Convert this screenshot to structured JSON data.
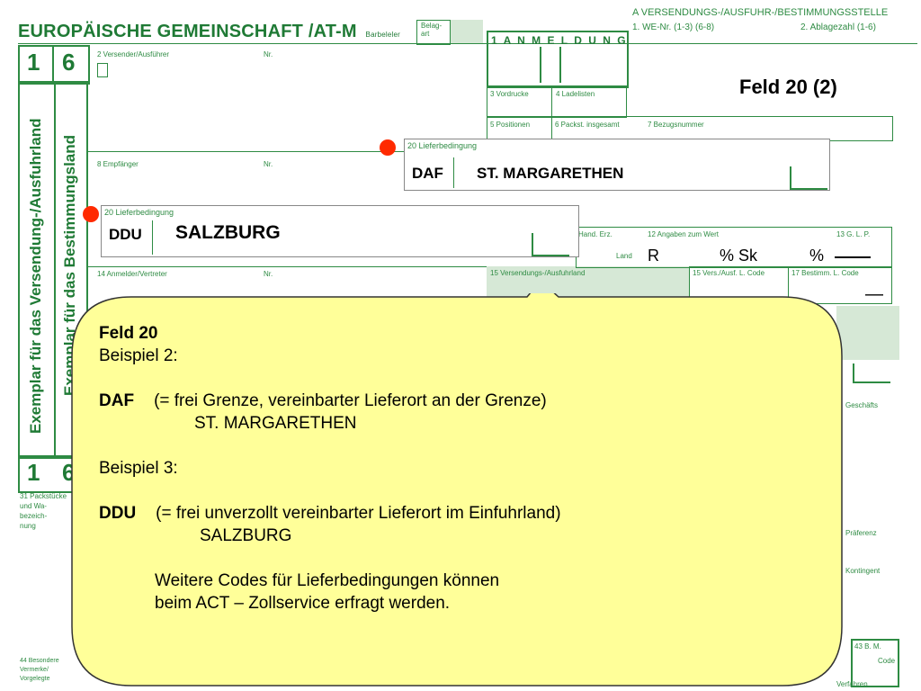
{
  "form": {
    "title": "EUROPÄISCHE GEMEINSCHAFT",
    "title_code": "/AT-M",
    "title_sub": "Barbeleler",
    "bolag_art": "Belag-\nart",
    "anmeldung": "1  A N M E L D U N G",
    "section_a": "A VERSENDUNGS-/AUSFUHR-/BESTIMMUNGSSTELLE",
    "we_nr": "1. WE-Nr. (1-3) (6-8)",
    "ablagezahl": "2. Ablagezahl (1-6)",
    "side_numbers": [
      "1",
      "6",
      "1",
      "6"
    ],
    "vertical_left": "Exemplar für das Versendung-/Ausfuhrland",
    "vertical_right": "Exemplar für das Bestimmungsland",
    "field_2": "2 Versender/Ausführer",
    "field_nr": "Nr.",
    "field_3": "3 Vordrucke",
    "field_4": "4 Ladelisten",
    "field_5": "5 Positionen",
    "field_6": "6 Packst. insgesamt",
    "field_7": "7 Bezugsnummer",
    "field_8": "8 Empfänger",
    "field_14": "14 Anmelder/Vertreter",
    "field_15": "15 Versendungs-/Ausfuhrland",
    "field_15b": "15 Vers./Ausf. L. Code",
    "field_17": "17 Bestimm. L. Code",
    "field_11": "Hand. Erz.",
    "field_12": "12 Angaben zum Wert",
    "field_13": "13 G. L. P.",
    "land": "Land",
    "r": "R",
    "sk": "% Sk",
    "pct": "%",
    "field_31": "31 Packstücke\nund Wa-\nbezeich-\nnung",
    "praeferenz": "Präferenz",
    "kontingent": "Kontingent",
    "geschäfts": "Geschäfts",
    "field_44": "44 Besondere\nVermerke/\nVorgelegte",
    "field_43": "43 B. M.",
    "code": "Code",
    "verfahren": "Verfahren"
  },
  "feld_label": "Feld 20 (2)",
  "overlay_top": {
    "label": "20 Lieferbedingung",
    "code": "DAF",
    "place": "ST. MARGARETHEN"
  },
  "overlay_left": {
    "label": "20 Lieferbedingung",
    "code": "DDU",
    "place": "SALZBURG"
  },
  "bubble": {
    "heading": "Feld 20",
    "example2": "Beispiel 2:",
    "daf_code": "DAF",
    "daf_text": "(=  frei Grenze, vereinbarter Lieferort an der Grenze)",
    "daf_place": "ST. MARGARETHEN",
    "example3": "Beispiel 3:",
    "ddu_code": "DDU",
    "ddu_text": "(=  frei unverzollt vereinbarter Lieferort im Einfuhrland)",
    "ddu_place": "SALZBURG",
    "note_line1": "Weitere Codes für Lieferbedingungen können",
    "note_line2": "beim  ACT – Zollservice erfragt werden."
  },
  "colors": {
    "form_green": "#1f7a35",
    "bubble_fill": "#ffff99",
    "marker_red": "#ff2a00"
  }
}
